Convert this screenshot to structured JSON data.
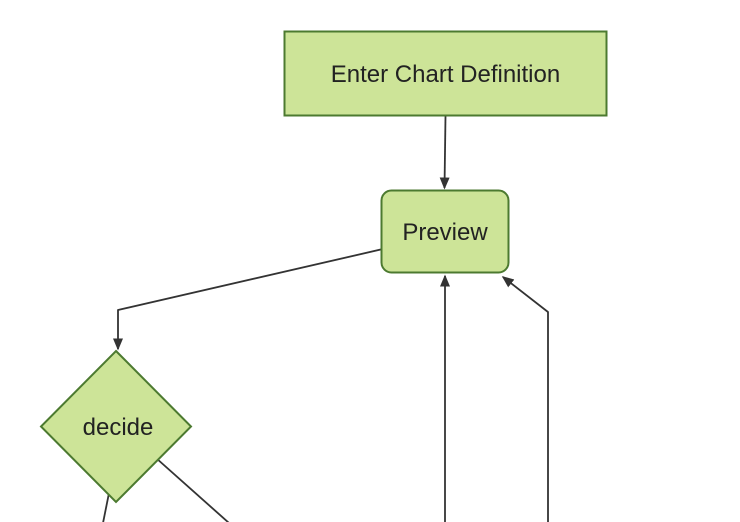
{
  "diagram": {
    "type": "flowchart",
    "direction": "top-down",
    "nodes": [
      {
        "id": "enter-chart-definition",
        "label": "Enter Chart Definition",
        "shape": "rectangle"
      },
      {
        "id": "preview",
        "label": "Preview",
        "shape": "rounded-rectangle"
      },
      {
        "id": "decide",
        "label": "decide",
        "shape": "diamond"
      }
    ],
    "edges": [
      {
        "from": "enter-chart-definition",
        "to": "preview",
        "arrowhead": true
      },
      {
        "from": "preview",
        "to": "decide",
        "arrowhead": true
      },
      {
        "from": "decide",
        "to": "offscreen-bottom-left",
        "arrowhead": false
      },
      {
        "from": "decide",
        "to": "offscreen-bottom-right",
        "arrowhead": false
      },
      {
        "from": "offscreen-bottom-center",
        "to": "preview",
        "arrowhead": true
      },
      {
        "from": "offscreen-bottom-right",
        "to": "preview",
        "arrowhead": true
      }
    ],
    "colors": {
      "background": "#ffffff",
      "node_fill": "#cde498",
      "node_border": "#4c7a30",
      "edge_line": "#333333",
      "arrowhead": "#333333",
      "label_text": "#222222"
    }
  }
}
